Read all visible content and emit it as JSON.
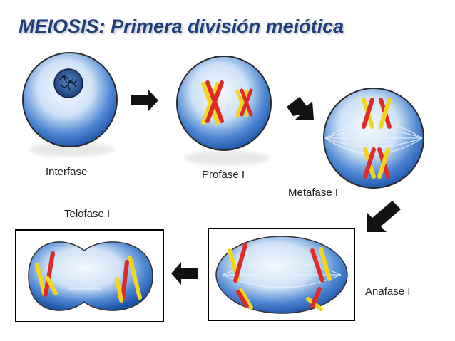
{
  "title": "MEIOSIS: Primera división meiótica",
  "stages": {
    "interfase": "Interfase",
    "profase": "Profase I",
    "metafase": "Metafase I",
    "anafase": "Anafase I",
    "telofase": "Telofase I"
  },
  "colors": {
    "title": "#1f3f7a",
    "cell_blue": "#1e5bb8",
    "cell_light": "#eaf3fb",
    "chromosome_red": "#e02a2a",
    "chromosome_yellow": "#f2d51d",
    "arrow": "#111111"
  }
}
